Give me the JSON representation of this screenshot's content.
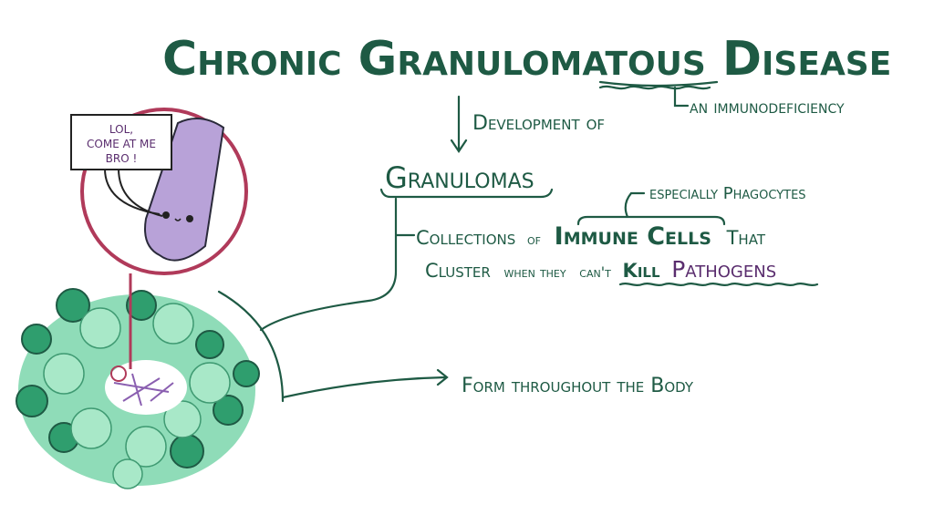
{
  "title": "Chronic Granulomatous Disease",
  "subtitle_note": "an immunodeficiency",
  "arrow_label": "Development of",
  "granulomas": "Granulomas",
  "phagocytes_note": "especially Phagocytes",
  "definition": {
    "part1": "Collections",
    "of": "of",
    "immune_cells": "Immune Cells",
    "that": "That",
    "cluster": "Cluster",
    "when_they": "when they",
    "cant": "can't",
    "kill": "Kill",
    "pathogens": "Pathogens"
  },
  "form_note": "Form throughout the Body",
  "speech_bubble": [
    "LOL,",
    "COME AT ME",
    "BRO !"
  ],
  "colors": {
    "text_green": "#1e5a44",
    "pathogen_purple": "#5a2d6e",
    "magnify_ring": "#b03a5a",
    "bacterium": "#b8a2d8",
    "cell_light": "#8fdcb8",
    "cell_dark": "#2f9e6e"
  }
}
